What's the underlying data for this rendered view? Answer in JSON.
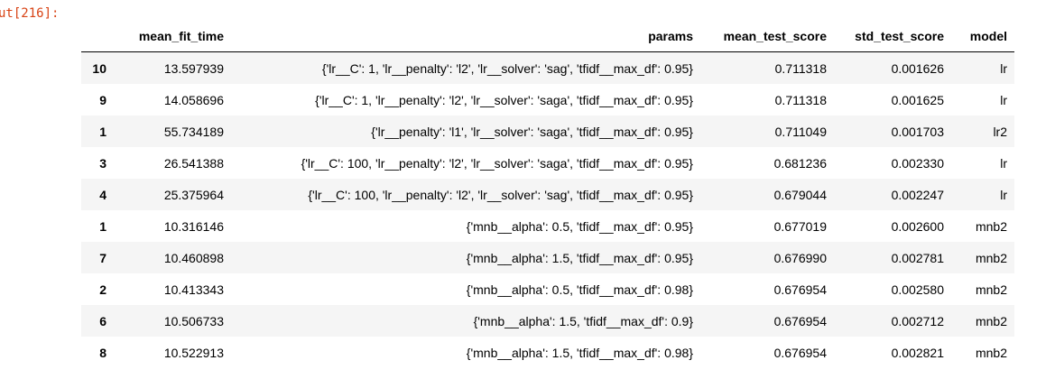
{
  "output_prompt": "ut[216]:",
  "table": {
    "columns": [
      "",
      "mean_fit_time",
      "params",
      "mean_test_score",
      "std_test_score",
      "model"
    ],
    "rows": [
      {
        "index": "10",
        "mean_fit_time": "13.597939",
        "params": "{'lr__C': 1, 'lr__penalty': 'l2', 'lr__solver': 'sag', 'tfidf__max_df': 0.95}",
        "mean_test_score": "0.711318",
        "std_test_score": "0.001626",
        "model": "lr"
      },
      {
        "index": "9",
        "mean_fit_time": "14.058696",
        "params": "{'lr__C': 1, 'lr__penalty': 'l2', 'lr__solver': 'saga', 'tfidf__max_df': 0.95}",
        "mean_test_score": "0.711318",
        "std_test_score": "0.001625",
        "model": "lr"
      },
      {
        "index": "1",
        "mean_fit_time": "55.734189",
        "params": "{'lr__penalty': 'l1', 'lr__solver': 'saga', 'tfidf__max_df': 0.95}",
        "mean_test_score": "0.711049",
        "std_test_score": "0.001703",
        "model": "lr2"
      },
      {
        "index": "3",
        "mean_fit_time": "26.541388",
        "params": "{'lr__C': 100, 'lr__penalty': 'l2', 'lr__solver': 'saga', 'tfidf__max_df': 0.95}",
        "mean_test_score": "0.681236",
        "std_test_score": "0.002330",
        "model": "lr"
      },
      {
        "index": "4",
        "mean_fit_time": "25.375964",
        "params": "{'lr__C': 100, 'lr__penalty': 'l2', 'lr__solver': 'sag', 'tfidf__max_df': 0.95}",
        "mean_test_score": "0.679044",
        "std_test_score": "0.002247",
        "model": "lr"
      },
      {
        "index": "1",
        "mean_fit_time": "10.316146",
        "params": "{'mnb__alpha': 0.5, 'tfidf__max_df': 0.95}",
        "mean_test_score": "0.677019",
        "std_test_score": "0.002600",
        "model": "mnb2"
      },
      {
        "index": "7",
        "mean_fit_time": "10.460898",
        "params": "{'mnb__alpha': 1.5, 'tfidf__max_df': 0.95}",
        "mean_test_score": "0.676990",
        "std_test_score": "0.002781",
        "model": "mnb2"
      },
      {
        "index": "2",
        "mean_fit_time": "10.413343",
        "params": "{'mnb__alpha': 0.5, 'tfidf__max_df': 0.98}",
        "mean_test_score": "0.676954",
        "std_test_score": "0.002580",
        "model": "mnb2"
      },
      {
        "index": "6",
        "mean_fit_time": "10.506733",
        "params": "{'mnb__alpha': 1.5, 'tfidf__max_df': 0.9}",
        "mean_test_score": "0.676954",
        "std_test_score": "0.002712",
        "model": "mnb2"
      },
      {
        "index": "8",
        "mean_fit_time": "10.522913",
        "params": "{'mnb__alpha': 1.5, 'tfidf__max_df': 0.98}",
        "mean_test_score": "0.676954",
        "std_test_score": "0.002821",
        "model": "mnb2"
      }
    ]
  },
  "colors": {
    "prompt": "#d84315",
    "stripe": "#f5f5f5",
    "header_rule": "#000000"
  }
}
